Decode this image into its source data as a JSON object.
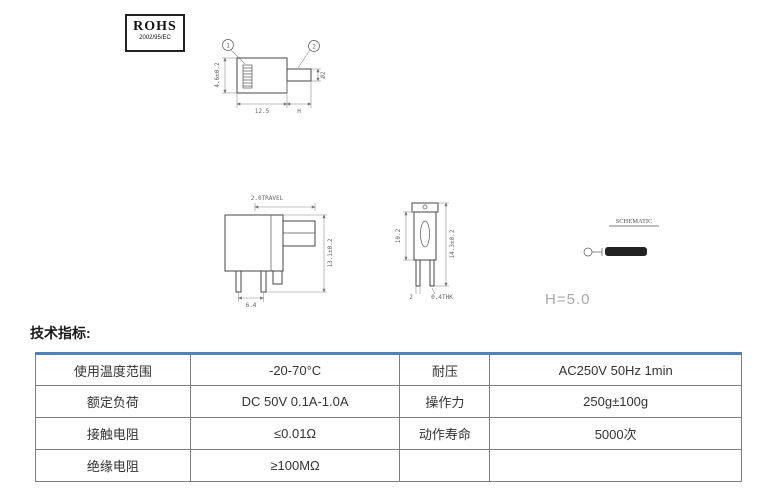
{
  "page": {
    "background": "#ffffff"
  },
  "rohs": {
    "title": "ROHS",
    "subtitle": "2002/95/EC"
  },
  "drawings": {
    "top_view": {
      "callout_1": "1",
      "callout_2": "2",
      "dim_height": "4.6±0.2",
      "dim_length": "12.5",
      "dim_h": "H",
      "dim_shaft": "Ø2"
    },
    "side_view": {
      "dim_travel": "2.0TRAVEL",
      "dim_pitch": "6.4",
      "dim_height": "13.1±0.2"
    },
    "front_view": {
      "dim_body_height": "10.2",
      "dim_total_height": "14.3±0.2",
      "dim_thk": "0.4THK",
      "dim_pin": "2"
    },
    "schematic_title": "SCHEMATIC",
    "h_note": "H=5.0"
  },
  "specs": {
    "heading": "技术指标:",
    "accent_color": "#4f81bd",
    "border_color": "#7f7f7f",
    "table": {
      "rows": [
        [
          "使用温度范围",
          "-20-70°C",
          "耐压",
          "AC250V 50Hz 1min"
        ],
        [
          "额定负荷",
          "DC 50V 0.1A-1.0A",
          "操作力",
          "250g±100g"
        ],
        [
          "接触电阻",
          "≤0.01Ω",
          "动作寿命",
          "5000次"
        ],
        [
          "绝缘电阻",
          "≥100MΩ",
          "",
          ""
        ]
      ]
    }
  }
}
